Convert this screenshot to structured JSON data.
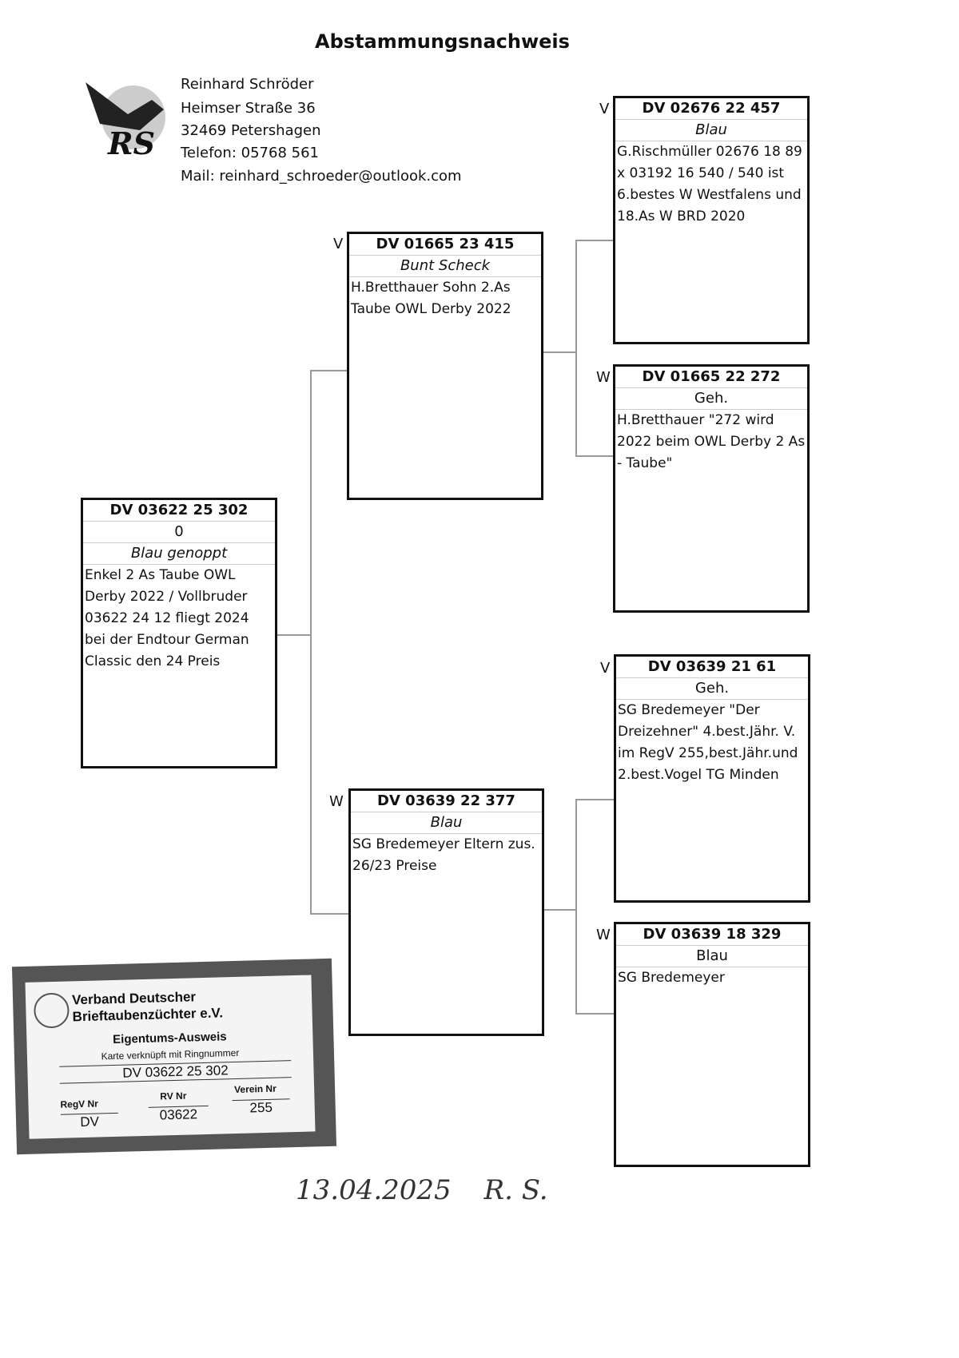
{
  "title": "Abstammungsnachweis",
  "breeder": {
    "name": "Reinhard Schröder",
    "street": "Heimser Straße 36",
    "city": "32469 Petershagen",
    "phone": "Telefon: 05768 561",
    "mail": "Mail: reinhard_schroeder@outlook.com",
    "logo_text": "RS"
  },
  "subject": {
    "ring": "DV 03622 25 302",
    "sex": "0",
    "color": "Blau genoppt",
    "notes": "Enkel 2 As Taube OWL Derby 2022 / Vollbruder 03622 24 12 fliegt 2024 bei der Endtour German Classic den 24 Preis"
  },
  "father": {
    "marker": "V",
    "ring": "DV 01665 23 415",
    "color": "Bunt Scheck",
    "notes": "H.Bretthauer Sohn 2.As Taube OWL Derby 2022"
  },
  "mother": {
    "marker": "W",
    "ring": "DV 03639 22 377",
    "color": "Blau",
    "notes": "SG Bredemeyer Eltern zus. 26/23 Preise"
  },
  "ff": {
    "marker": "V",
    "ring": "DV 02676 22 457",
    "color": "Blau",
    "notes": "G.Rischmüller 02676 18 89 x 03192 16 540 / 540 ist 6.bestes W Westfalens und 18.As W BRD 2020"
  },
  "fm": {
    "marker": "W",
    "ring": "DV 01665 22 272",
    "color": "Geh.",
    "notes": "H.Bretthauer \"272 wird 2022 beim OWL Derby 2 As - Taube\""
  },
  "mf": {
    "marker": "V",
    "ring": "DV 03639 21 61",
    "color": "Geh.",
    "notes": "SG Bredemeyer \"Der Dreizehner\" 4.best.Jähr. V. im RegV 255,best.Jähr.und 2.best.Vogel TG Minden"
  },
  "mm": {
    "marker": "W",
    "ring": "DV 03639 18 329",
    "color": "Blau",
    "notes": "SG Bredemeyer"
  },
  "card": {
    "org1": "Verband Deutscher",
    "org2": "Brieftaubenzüchter e.V.",
    "heading": "Eigentums-Ausweis",
    "sub": "Karte verknüpft mit Ringnummer",
    "ring": "DV 03622 25 302",
    "regv_label": "RegV Nr",
    "regv": "DV",
    "rv_label": "RV Nr",
    "rv": "03622",
    "verein_label": "Verein Nr",
    "verein": "255"
  },
  "signature": {
    "date": "13.04.2025",
    "initials": "R. S."
  }
}
